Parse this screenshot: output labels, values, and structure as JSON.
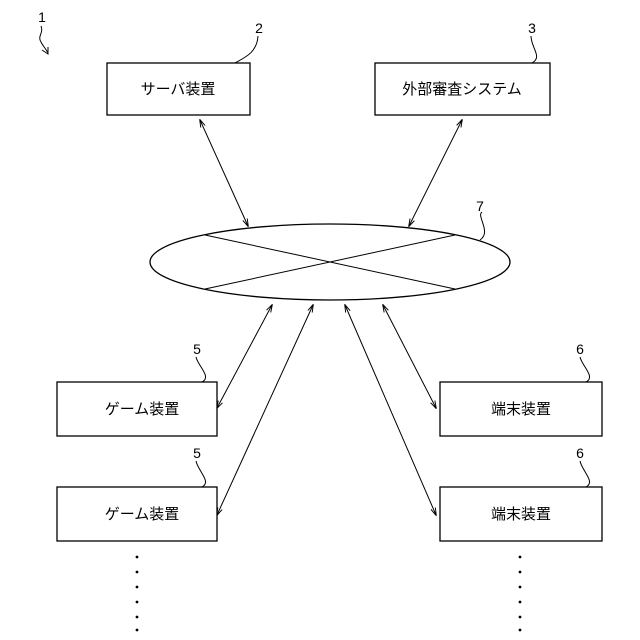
{
  "figure": {
    "system_ref": "1",
    "server": {
      "label": "サーバ装置",
      "ref": "2"
    },
    "external_review": {
      "label": "外部審査システム",
      "ref": "3"
    },
    "network": {
      "ref": "7"
    },
    "game_devices": [
      {
        "label": "ゲーム装置",
        "ref": "5"
      },
      {
        "label": "ゲーム装置",
        "ref": "5"
      }
    ],
    "terminal_devices": [
      {
        "label": "端末装置",
        "ref": "6"
      },
      {
        "label": "端末装置",
        "ref": "6"
      }
    ]
  }
}
